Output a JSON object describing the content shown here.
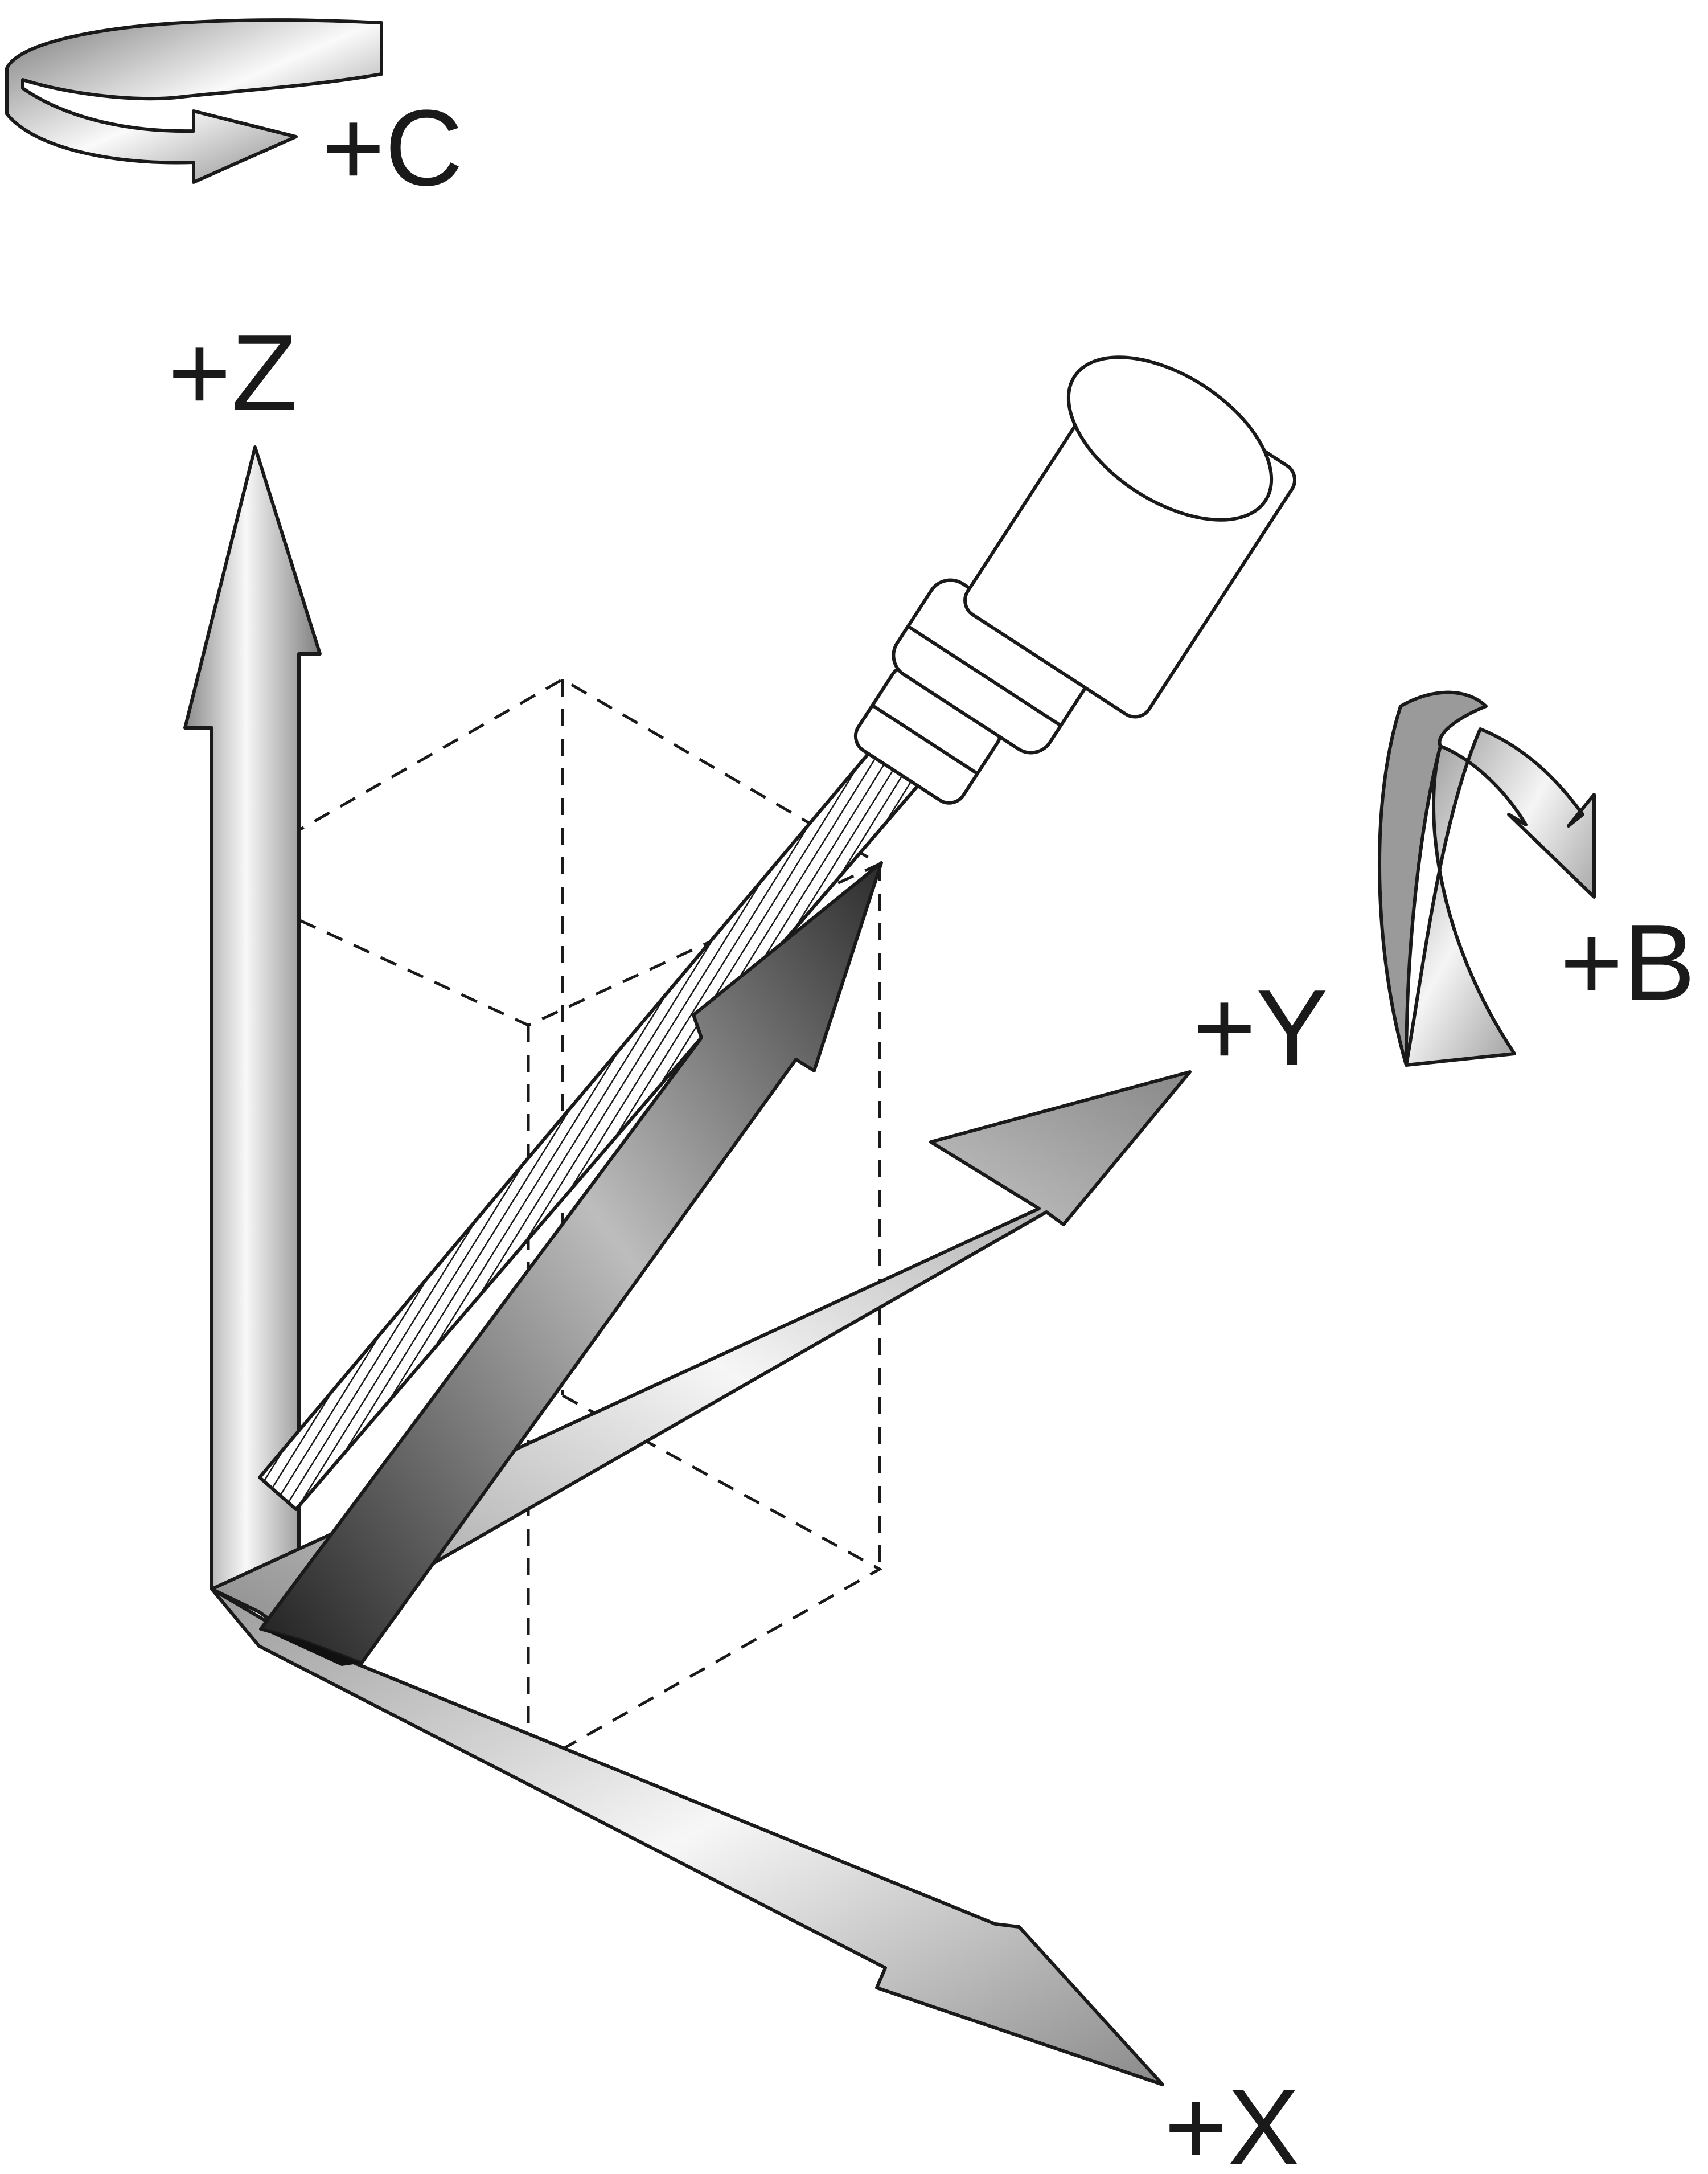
{
  "labels": {
    "c": "+C",
    "z": "+Z",
    "b": "+B",
    "y": "+Y",
    "x": "+X"
  },
  "colors": {
    "line": "#1a1a1a",
    "arrow_light": "#f7f7f7",
    "arrow_dark": "#7a7a7a",
    "tool_vector_dark": "#2a2a2a",
    "tool_vector_light": "#b8b8b8",
    "background": "#ffffff"
  }
}
